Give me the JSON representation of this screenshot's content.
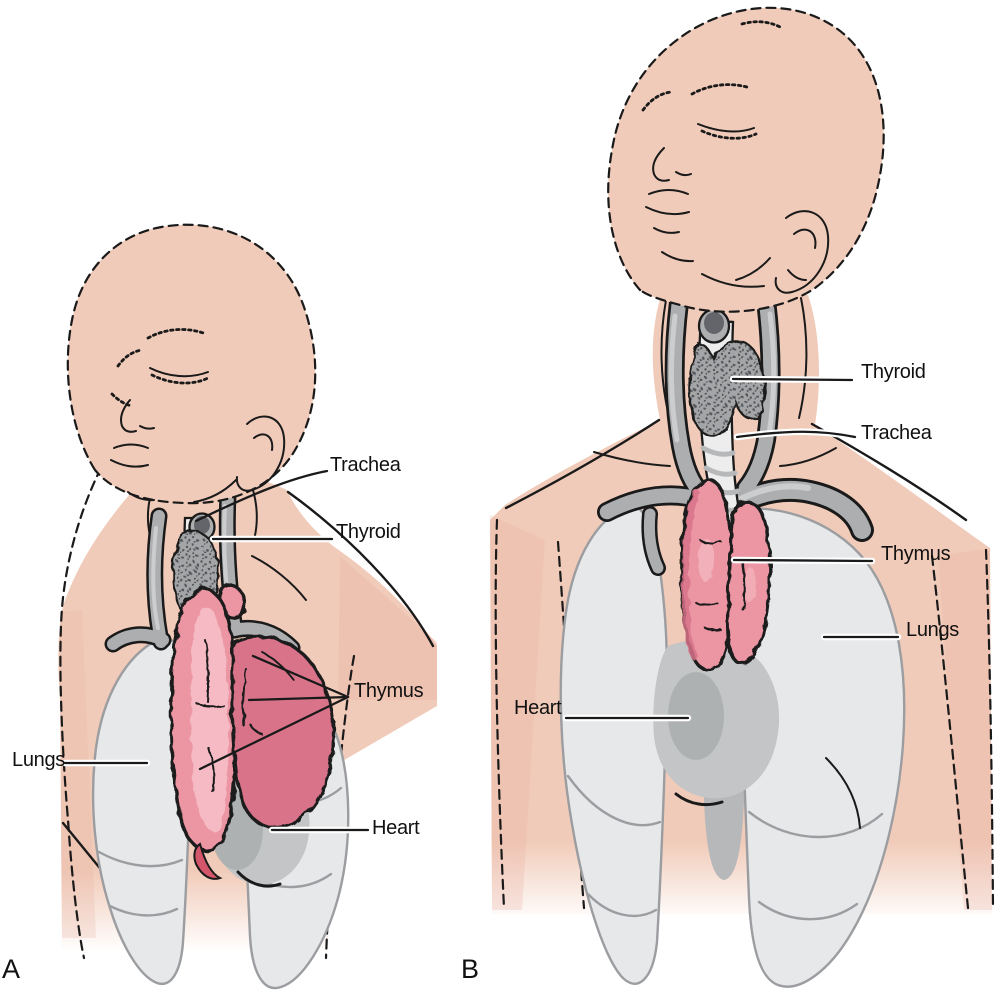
{
  "colors": {
    "skin": "#F1CBB9",
    "skin_shade": "#E9B0A1",
    "ink": "#1A1A1A",
    "label": "#111111",
    "lung_fill": "#E7E8EA",
    "lung_stroke": "#9B9DA0",
    "heart_fill": "#C3C5C7",
    "heart_shade": "#A9ABAD",
    "vessel_fill": "#ACAEB0",
    "vessel_light": "#CBCDCF",
    "trachea_fill": "#EDEDED",
    "ring_gray": "#B6B8BA",
    "opening_dark": "#63656B",
    "thyroid_base": "#A3A5A7",
    "speckle_dark": "#56585C",
    "thymus_main": "#EC96A4",
    "thymus_dark": "#D8738A",
    "thymus_light": "#F5BAC3",
    "thymus_deep": "#D4566B"
  },
  "figure_a": {
    "letter": "A",
    "labels": {
      "trachea": "Trachea",
      "thyroid": "Thyroid",
      "thymus": "Thymus",
      "lungs": "Lungs",
      "heart": "Heart"
    }
  },
  "figure_b": {
    "letter": "B",
    "labels": {
      "thyroid": "Thyroid",
      "trachea": "Trachea",
      "thymus": "Thymus",
      "lungs": "Lungs",
      "heart": "Heart"
    }
  }
}
